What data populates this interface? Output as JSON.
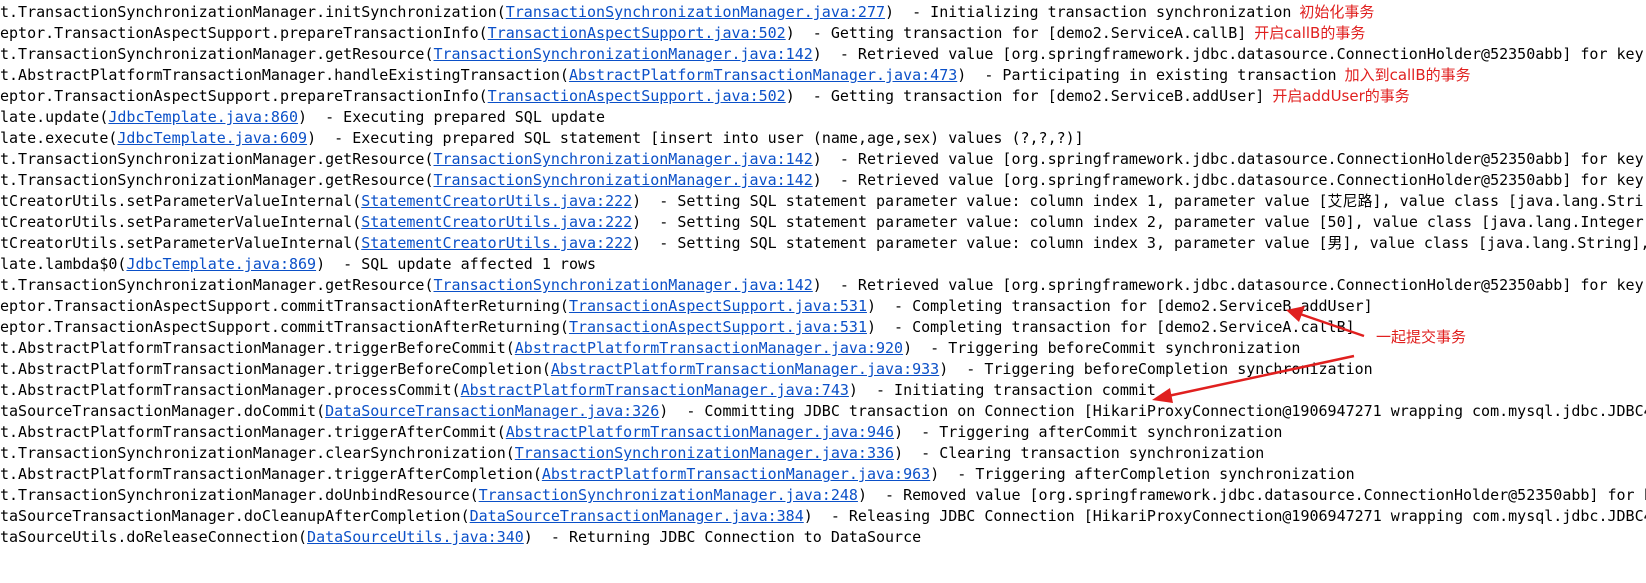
{
  "colors": {
    "background": "#ffffff",
    "text": "#000000",
    "link": "#0b50c8",
    "annotation": "#e0201f"
  },
  "log": [
    {
      "pre": "t.TransactionSynchronizationManager.initSynchronization",
      "link": "TransactionSynchronizationManager.java:277",
      "post": "  - Initializing transaction synchronization",
      "note": "初始化事务"
    },
    {
      "pre": "eptor.TransactionAspectSupport.prepareTransactionInfo",
      "link": "TransactionAspectSupport.java:502",
      "post": "  - Getting transaction for [demo2.ServiceA.callB]",
      "note": "开启callB的事务"
    },
    {
      "pre": "t.TransactionSynchronizationManager.getResource",
      "link": "TransactionSynchronizationManager.java:142",
      "post": "  - Retrieved value [org.springframework.jdbc.datasource.ConnectionHolder@52350abb] for key",
      "note": ""
    },
    {
      "pre": "t.AbstractPlatformTransactionManager.handleExistingTransaction",
      "link": "AbstractPlatformTransactionManager.java:473",
      "post": "  - Participating in existing transaction",
      "note": "加入到callB的事务"
    },
    {
      "pre": "eptor.TransactionAspectSupport.prepareTransactionInfo",
      "link": "TransactionAspectSupport.java:502",
      "post": "  - Getting transaction for [demo2.ServiceB.addUser]",
      "note": "开启addUser的事务"
    },
    {
      "pre": "late.update",
      "link": "JdbcTemplate.java:860",
      "post": "  - Executing prepared SQL update",
      "note": ""
    },
    {
      "pre": "late.execute",
      "link": "JdbcTemplate.java:609",
      "post": "  - Executing prepared SQL statement [insert into user (name,age,sex) values (?,?,?)]",
      "note": ""
    },
    {
      "pre": "t.TransactionSynchronizationManager.getResource",
      "link": "TransactionSynchronizationManager.java:142",
      "post": "  - Retrieved value [org.springframework.jdbc.datasource.ConnectionHolder@52350abb] for key",
      "note": ""
    },
    {
      "pre": "t.TransactionSynchronizationManager.getResource",
      "link": "TransactionSynchronizationManager.java:142",
      "post": "  - Retrieved value [org.springframework.jdbc.datasource.ConnectionHolder@52350abb] for key",
      "note": ""
    },
    {
      "pre": "tCreatorUtils.setParameterValueInternal",
      "link": "StatementCreatorUtils.java:222",
      "post": "  - Setting SQL statement parameter value: column index 1, parameter value [艾尼路], value class [java.lang.Stri",
      "note": ""
    },
    {
      "pre": "tCreatorUtils.setParameterValueInternal",
      "link": "StatementCreatorUtils.java:222",
      "post": "  - Setting SQL statement parameter value: column index 2, parameter value [50], value class [java.lang.Integer]",
      "note": ""
    },
    {
      "pre": "tCreatorUtils.setParameterValueInternal",
      "link": "StatementCreatorUtils.java:222",
      "post": "  - Setting SQL statement parameter value: column index 3, parameter value [男], value class [java.lang.String],",
      "note": ""
    },
    {
      "pre": "late.lambda$0",
      "link": "JdbcTemplate.java:869",
      "post": "  - SQL update affected 1 rows",
      "note": ""
    },
    {
      "pre": "t.TransactionSynchronizationManager.getResource",
      "link": "TransactionSynchronizationManager.java:142",
      "post": "  - Retrieved value [org.springframework.jdbc.datasource.ConnectionHolder@52350abb] for key",
      "note": ""
    },
    {
      "pre": "eptor.TransactionAspectSupport.commitTransactionAfterReturning",
      "link": "TransactionAspectSupport.java:531",
      "post": "  - Completing transaction for [demo2.ServiceB.addUser]",
      "note": ""
    },
    {
      "pre": "eptor.TransactionAspectSupport.commitTransactionAfterReturning",
      "link": "TransactionAspectSupport.java:531",
      "post": "  - Completing transaction for [demo2.ServiceA.callB]",
      "note": ""
    },
    {
      "pre": "t.AbstractPlatformTransactionManager.triggerBeforeCommit",
      "link": "AbstractPlatformTransactionManager.java:920",
      "post": "  - Triggering beforeCommit synchronization",
      "note": ""
    },
    {
      "pre": "t.AbstractPlatformTransactionManager.triggerBeforeCompletion",
      "link": "AbstractPlatformTransactionManager.java:933",
      "post": "  - Triggering beforeCompletion synchronization",
      "note": ""
    },
    {
      "pre": "t.AbstractPlatformTransactionManager.processCommit",
      "link": "AbstractPlatformTransactionManager.java:743",
      "post": "  - Initiating transaction commit",
      "note": ""
    },
    {
      "pre": "taSourceTransactionManager.doCommit",
      "link": "DataSourceTransactionManager.java:326",
      "post": "  - Committing JDBC transaction on Connection [HikariProxyConnection@1906947271 wrapping com.mysql.jdbc.JDBC4",
      "note": ""
    },
    {
      "pre": "t.AbstractPlatformTransactionManager.triggerAfterCommit",
      "link": "AbstractPlatformTransactionManager.java:946",
      "post": "  - Triggering afterCommit synchronization",
      "note": ""
    },
    {
      "pre": "t.TransactionSynchronizationManager.clearSynchronization",
      "link": "TransactionSynchronizationManager.java:336",
      "post": "  - Clearing transaction synchronization",
      "note": ""
    },
    {
      "pre": "t.AbstractPlatformTransactionManager.triggerAfterCompletion",
      "link": "AbstractPlatformTransactionManager.java:963",
      "post": "  - Triggering afterCompletion synchronization",
      "note": ""
    },
    {
      "pre": "t.TransactionSynchronizationManager.doUnbindResource",
      "link": "TransactionSynchronizationManager.java:248",
      "post": "  - Removed value [org.springframework.jdbc.datasource.ConnectionHolder@52350abb] for k",
      "note": ""
    },
    {
      "pre": "taSourceTransactionManager.doCleanupAfterCompletion",
      "link": "DataSourceTransactionManager.java:384",
      "post": "  - Releasing JDBC Connection [HikariProxyConnection@1906947271 wrapping com.mysql.jdbc.JDBC4",
      "note": ""
    },
    {
      "pre": "taSourceUtils.doReleaseConnection",
      "link": "DataSourceUtils.java:340",
      "post": "  - Returning JDBC Connection to DataSource",
      "note": ""
    }
  ],
  "side_note": "一起提交事务"
}
